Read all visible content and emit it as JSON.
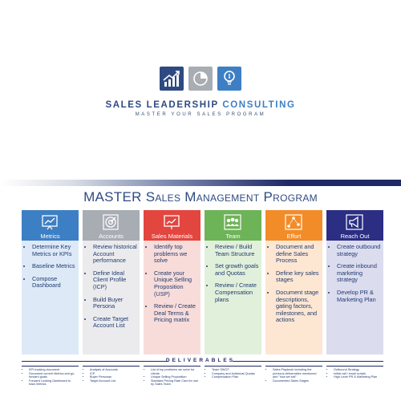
{
  "header": {
    "brand_bold": "SALES LEADERSHIP",
    "brand_light": "CONSULTING",
    "tagline": "MASTER YOUR SALES PROGRAM",
    "logo_colors": [
      "#2f4a82",
      "#a8acb3",
      "#3d7fc4"
    ]
  },
  "title": "MASTER Sales Management Program",
  "columns": [
    {
      "label": "Metrics",
      "icon": "chart-board-icon",
      "head_color": "#3d7fc4",
      "body_color": "#dde9f6",
      "items": [
        "Determine Key Metrics or KPIs",
        "Baseline Metrics",
        "Compose Dashboard"
      ],
      "deliverables": [
        "KPI tracking document",
        "Document current Metrics and go-forward goals",
        "Forward Looking Dashboard to track Metrics"
      ]
    },
    {
      "label": "Accounts",
      "icon": "target-icon",
      "head_color": "#a8acb3",
      "body_color": "#ebebed",
      "items": [
        "Review historical Account performance",
        "Define Ideal Client Profile (ICP)",
        "Build Buyer Persona",
        "Create Target Account List"
      ],
      "deliverables": [
        "Analysis of Accounts",
        "ICP",
        "Buyer Personas",
        "Target Account List"
      ]
    },
    {
      "label": "Sales Materials",
      "icon": "presentation-icon",
      "head_color": "#e2463f",
      "body_color": "#f8dcd9",
      "items": [
        "Identify top problems we solve",
        "Create your Unique Selling Proposition (USP)",
        "Review / Create Deal Terms & Pricing matrix"
      ],
      "deliverables": [
        "List of top problems we solve for clients",
        "Unique Selling Proposition",
        "Standard Pricing Rate Card for use by Sales Team"
      ]
    },
    {
      "label": "Team",
      "icon": "team-icon",
      "head_color": "#6db357",
      "body_color": "#e1f0da",
      "items": [
        "Review / Build Team Structure",
        "Set growth goals and Quotas",
        "Review / Create Compensation plans"
      ],
      "deliverables": [
        "Team SWOT",
        "Company and individual Quotas",
        "Compensation Plan"
      ]
    },
    {
      "label": "Effort",
      "icon": "process-icon",
      "head_color": "#f28c28",
      "body_color": "#fde7d3",
      "items": [
        "Document and define Sales Process",
        "Define key sales stages",
        "Document stage descriptions, gating factors, milestones, and actions"
      ],
      "deliverables": [
        "Sales Playbook including the previous deliverables mentioned and \"how we sell\"",
        "Documented Sales Stages"
      ]
    },
    {
      "label": "Reach Out",
      "icon": "megaphone-icon",
      "head_color": "#2b2e83",
      "body_color": "#dcdcef",
      "items": [
        "Create outbound strategy",
        "Create inbound marketing strategy",
        "Develop PR & Marketing Plan"
      ],
      "deliverables": [
        "Outbound Strategy",
        "Initial call / email scripts",
        "High Level PR & Marketing Plan"
      ]
    }
  ],
  "deliverables_label": "DELIVERABLES"
}
